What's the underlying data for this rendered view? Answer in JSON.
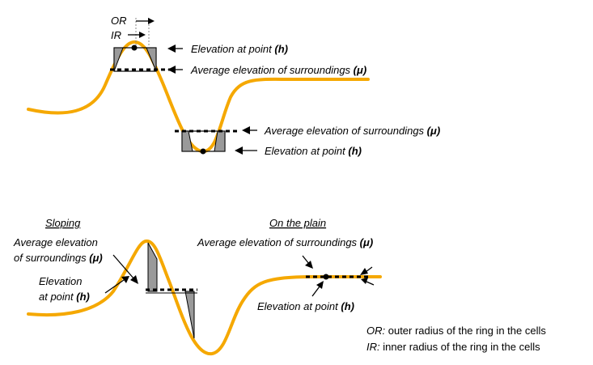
{
  "labels": {
    "or": "OR",
    "ir": "IR",
    "elev_point": "Elevation at point ",
    "h": "(h)",
    "avg_surround": "Average elevation of surroundings ",
    "mu": "(μ)",
    "sloping": "Sloping",
    "on_plain": "On the plain",
    "avg_elev_line1": "Average elevation",
    "avg_elev_line2": "of surroundings ",
    "elevation": "Elevation",
    "at_point": "at point ",
    "legend_or_key": "OR:",
    "legend_or_text": " outer radius of the ring in the cells",
    "legend_ir_key": "IR:",
    "legend_ir_text": " inner radius of the ring in the cells"
  },
  "colors": {
    "curve": "#F5A800",
    "fill_gray": "#9a9a9a",
    "line": "#000000"
  }
}
